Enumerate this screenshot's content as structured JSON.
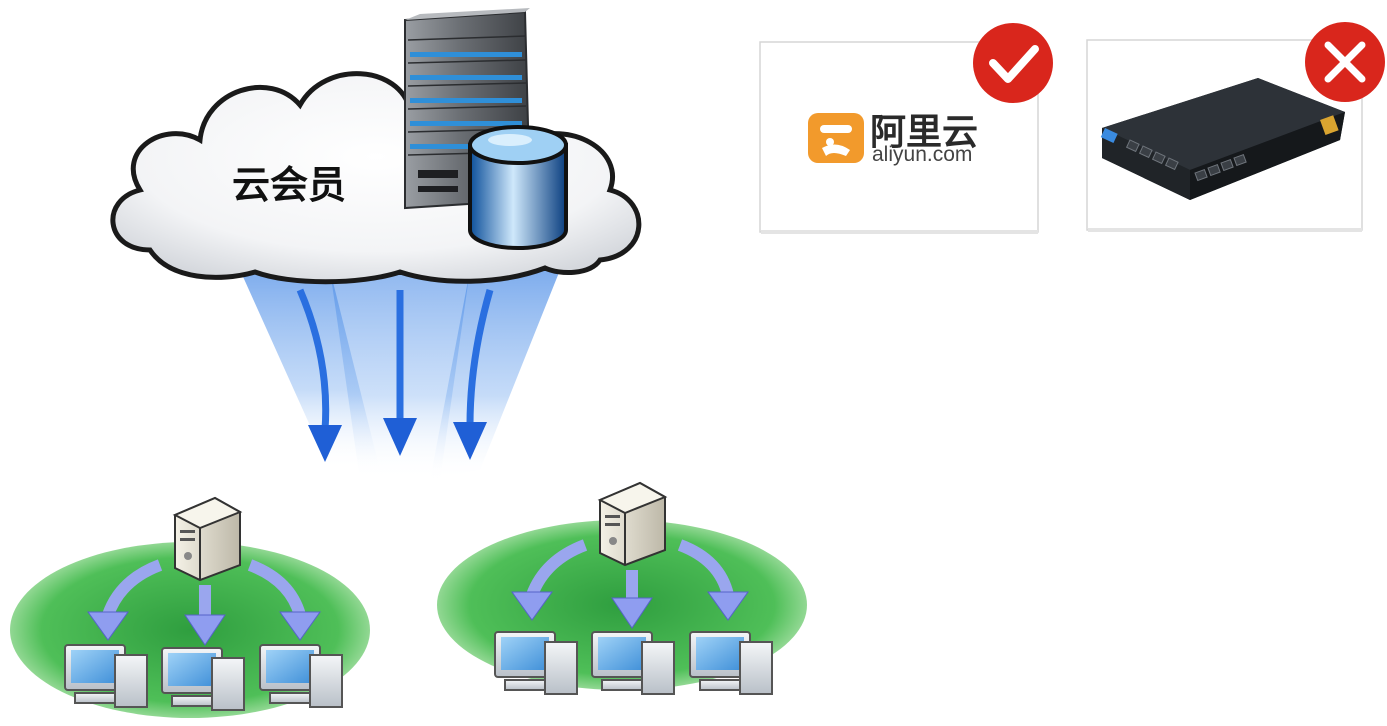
{
  "cloud": {
    "label": "云会员"
  },
  "good_option": {
    "logo_cn": "阿里云",
    "logo_en": "aliyun.com",
    "badge": "check-icon"
  },
  "bad_option": {
    "badge": "cross-icon"
  },
  "colors": {
    "cloud_blue": "#4a8be6",
    "arrow_blue": "#1f5fd6",
    "network_green": "#3fae4a",
    "aliyun_orange": "#f29a2c",
    "badge_red": "#d9261c"
  }
}
